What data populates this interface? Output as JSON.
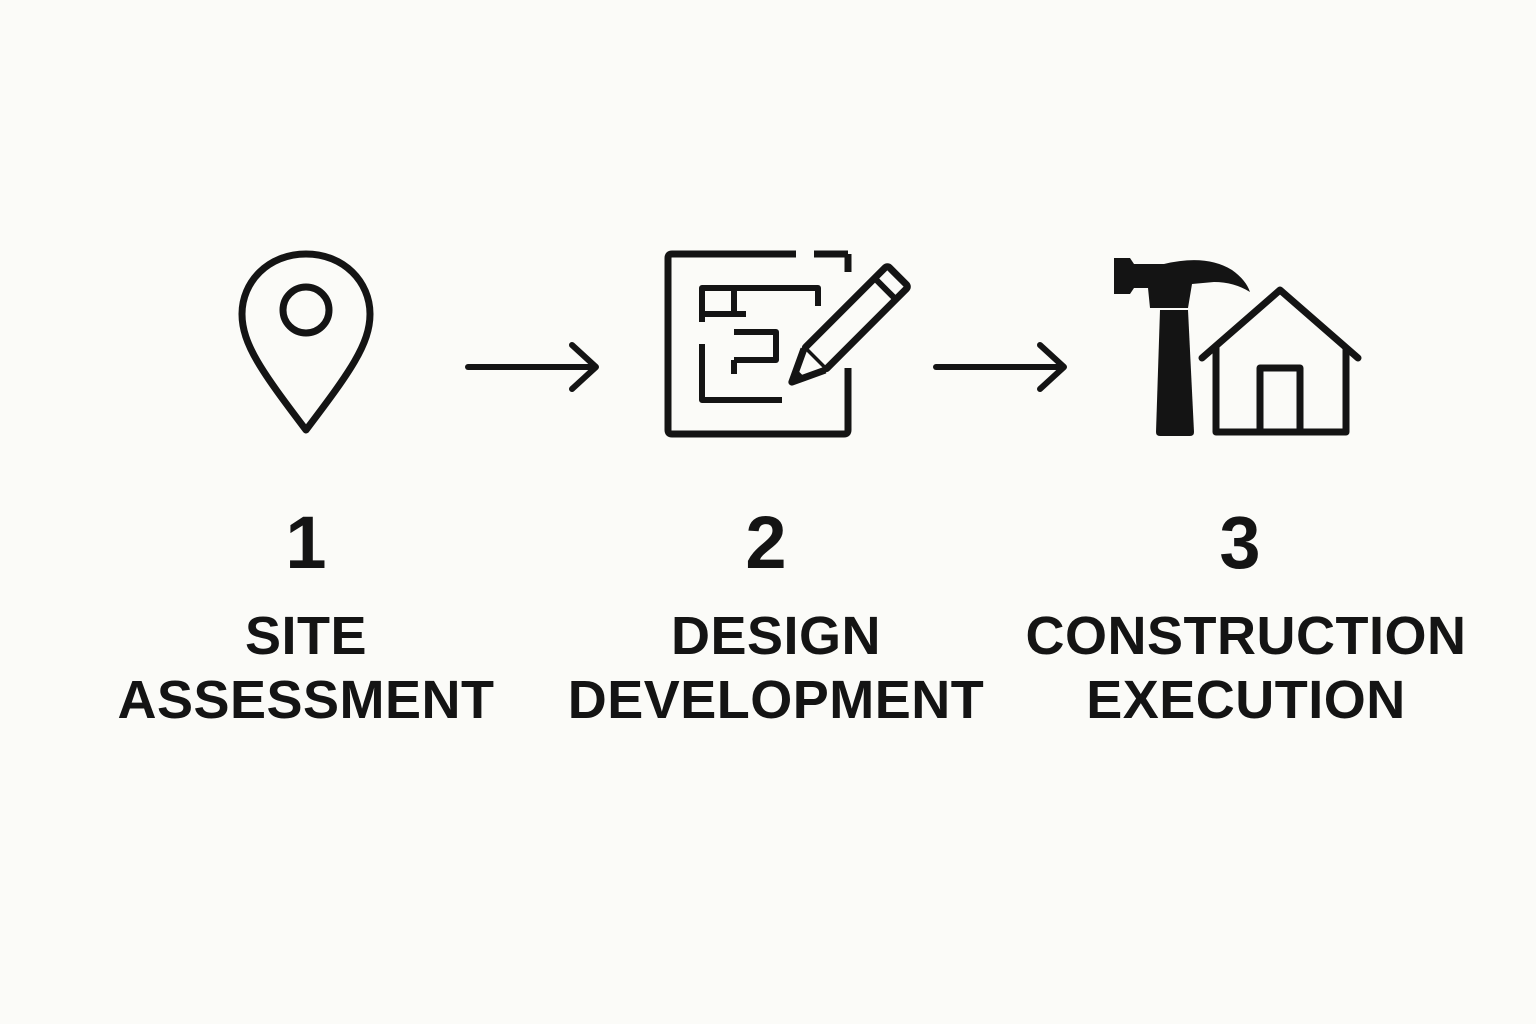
{
  "steps": [
    {
      "number": "1",
      "label_line1": "SITE",
      "label_line2": "ASSESSMENT",
      "icon": "map-pin-icon"
    },
    {
      "number": "2",
      "label_line1": "DESIGN",
      "label_line2": "DEVELOPMENT",
      "icon": "blueprint-pencil-icon"
    },
    {
      "number": "3",
      "label_line1": "CONSTRUCTION",
      "label_line2": "EXECUTION",
      "icon": "hammer-house-icon"
    }
  ],
  "arrows": [
    {
      "icon": "arrow-right-icon"
    },
    {
      "icon": "arrow-right-icon"
    }
  ],
  "colors": {
    "background": "#fbfbf8",
    "foreground": "#141414"
  }
}
